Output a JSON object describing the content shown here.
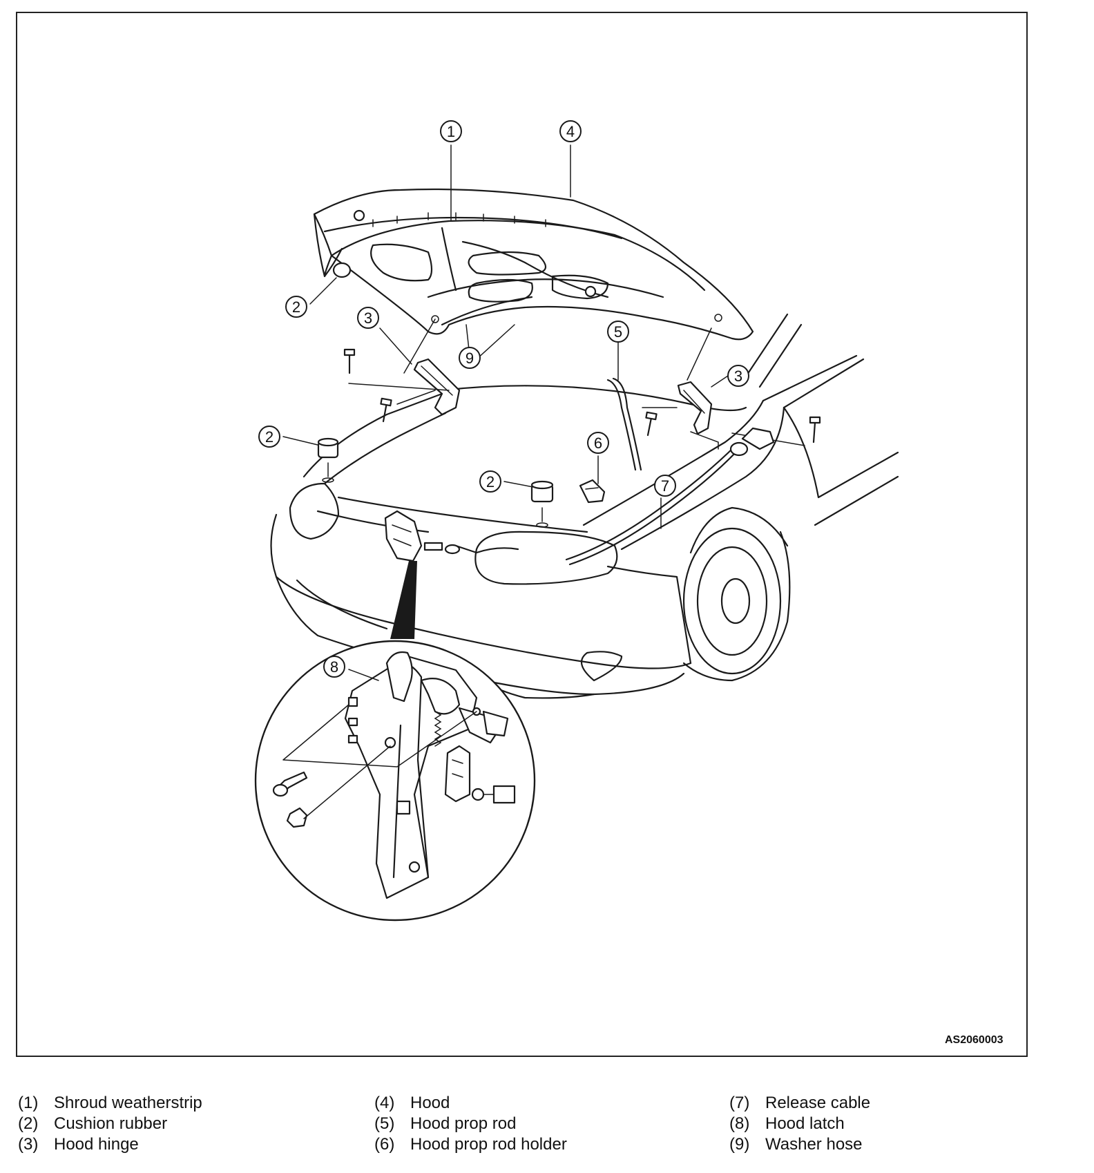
{
  "figure_code": "AS2060003",
  "callouts": [
    "1",
    "2",
    "3",
    "4",
    "5",
    "6",
    "7",
    "8",
    "9"
  ],
  "legend": {
    "columns": [
      [
        {
          "num": "(1)",
          "label": "Shroud weatherstrip"
        },
        {
          "num": "(2)",
          "label": "Cushion rubber"
        },
        {
          "num": "(3)",
          "label": "Hood hinge"
        }
      ],
      [
        {
          "num": "(4)",
          "label": "Hood"
        },
        {
          "num": "(5)",
          "label": "Hood prop rod"
        },
        {
          "num": "(6)",
          "label": "Hood prop rod holder"
        }
      ],
      [
        {
          "num": "(7)",
          "label": "Release cable"
        },
        {
          "num": "(8)",
          "label": "Hood latch"
        },
        {
          "num": "(9)",
          "label": "Washer hose"
        }
      ]
    ]
  }
}
